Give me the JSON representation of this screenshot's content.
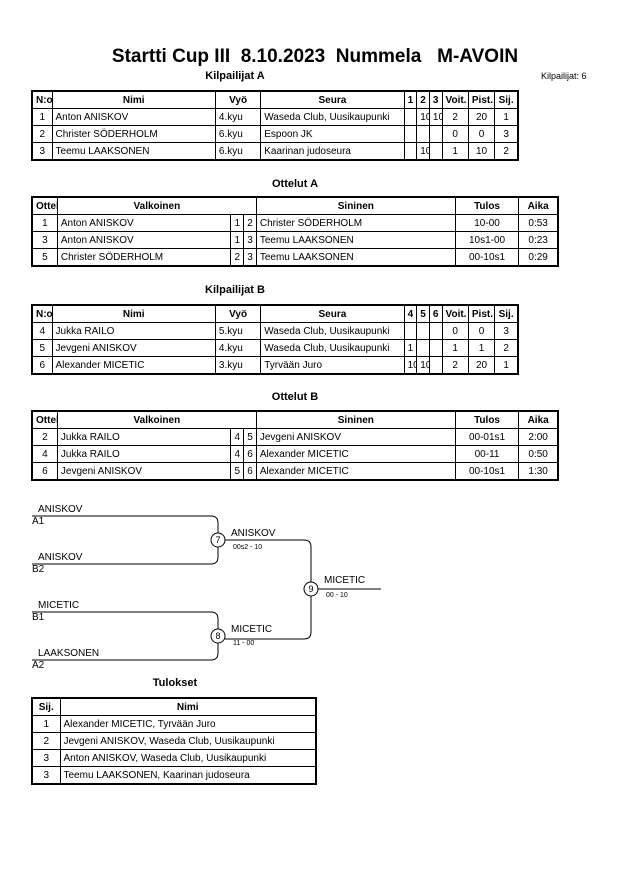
{
  "title": "Startti Cup III  8.10.2023  Nummela   M-AVOIN",
  "competitors_count": "Kilpailijat: 6",
  "pool_a": {
    "heading": "Kilpailijat A",
    "headers": [
      "N:o",
      "Nimi",
      "Vyö",
      "Seura",
      "1",
      "2",
      "3",
      "Voit.",
      "Pist.",
      "Sij."
    ],
    "rows": [
      [
        "1",
        "Anton ANISKOV",
        "4.kyu",
        "Waseda Club, Uusikaupunki",
        "",
        "10",
        "10",
        "2",
        "20",
        "1"
      ],
      [
        "2",
        "Christer SÖDERHOLM",
        "6.kyu",
        "Espoon JK",
        "",
        "",
        "",
        "0",
        "0",
        "3"
      ],
      [
        "3",
        "Teemu LAAKSONEN",
        "6.kyu",
        "Kaarinan judoseura",
        "",
        "10",
        "",
        "1",
        "10",
        "2"
      ]
    ]
  },
  "matches_a": {
    "heading": "Ottelut A",
    "headers": [
      "Ottelu",
      "Valkoinen",
      "",
      "",
      "Sininen",
      "Tulos",
      "Aika"
    ],
    "rows": [
      [
        "1",
        "Anton ANISKOV",
        "1",
        "2",
        "Christer SÖDERHOLM",
        "10-00",
        "0:53"
      ],
      [
        "3",
        "Anton ANISKOV",
        "1",
        "3",
        "Teemu LAAKSONEN",
        "10s1-00",
        "0:23"
      ],
      [
        "5",
        "Christer SÖDERHOLM",
        "2",
        "3",
        "Teemu LAAKSONEN",
        "00-10s1",
        "0:29"
      ]
    ]
  },
  "pool_b": {
    "heading": "Kilpailijat B",
    "headers": [
      "N:o",
      "Nimi",
      "Vyö",
      "Seura",
      "4",
      "5",
      "6",
      "Voit.",
      "Pist.",
      "Sij."
    ],
    "rows": [
      [
        "4",
        "Jukka RAILO",
        "5.kyu",
        "Waseda Club, Uusikaupunki",
        "",
        "",
        "",
        "0",
        "0",
        "3"
      ],
      [
        "5",
        "Jevgeni ANISKOV",
        "4.kyu",
        "Waseda Club, Uusikaupunki",
        "1",
        "",
        "",
        "1",
        "1",
        "2"
      ],
      [
        "6",
        "Alexander MICETIC",
        "3.kyu",
        "Tyrvään Juro",
        "10",
        "10",
        "",
        "2",
        "20",
        "1"
      ]
    ]
  },
  "matches_b": {
    "heading": "Ottelut B",
    "headers": [
      "Ottelu",
      "Valkoinen",
      "",
      "",
      "Sininen",
      "Tulos",
      "Aika"
    ],
    "rows": [
      [
        "2",
        "Jukka RAILO",
        "4",
        "5",
        "Jevgeni ANISKOV",
        "00-01s1",
        "2:00"
      ],
      [
        "4",
        "Jukka RAILO",
        "4",
        "6",
        "Alexander MICETIC",
        "00-11",
        "0:50"
      ],
      [
        "6",
        "Jevgeni ANISKOV",
        "5",
        "6",
        "Alexander MICETIC",
        "00-10s1",
        "1:30"
      ]
    ]
  },
  "bracket": {
    "sf1_top_name": "ANISKOV",
    "sf1_top_seed": "A1",
    "sf1_bottom_name": "ANISKOV",
    "sf1_bottom_seed": "B2",
    "sf1_match": "7",
    "sf1_winner": "ANISKOV",
    "sf1_score": "00s2 - 10",
    "sf2_top_name": "MICETIC",
    "sf2_top_seed": "B1",
    "sf2_bottom_name": "LAAKSONEN",
    "sf2_bottom_seed": "A2",
    "sf2_match": "8",
    "sf2_winner": "MICETIC",
    "sf2_score": "11 - 00",
    "final_match": "9",
    "final_winner": "MICETIC",
    "final_score": "00 - 10"
  },
  "results": {
    "heading": "Tulokset",
    "headers": [
      "Sij.",
      "Nimi"
    ],
    "rows": [
      [
        "1",
        "Alexander MICETIC, Tyrvään Juro"
      ],
      [
        "2",
        "Jevgeni ANISKOV, Waseda Club, Uusikaupunki"
      ],
      [
        "3",
        "Anton ANISKOV, Waseda Club, Uusikaupunki"
      ],
      [
        "3",
        "Teemu LAAKSONEN, Kaarinan judoseura"
      ]
    ]
  }
}
